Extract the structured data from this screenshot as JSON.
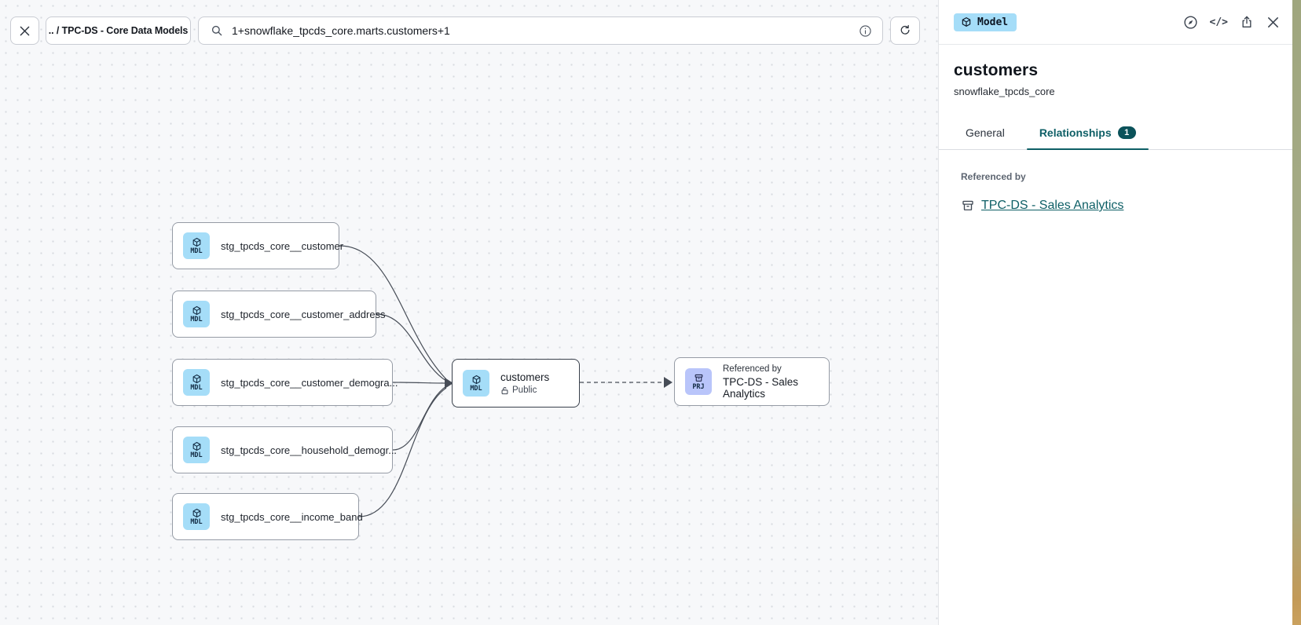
{
  "topbar": {
    "breadcrumb": ".. / TPC-DS - Core Data Models",
    "search": {
      "value": "1+snowflake_tpcds_core.marts.customers+1"
    }
  },
  "canvas": {
    "upstream_nodes": [
      {
        "label": "stg_tpcds_core__customer",
        "type": "MDL"
      },
      {
        "label": "stg_tpcds_core__customer_address",
        "type": "MDL"
      },
      {
        "label": "stg_tpcds_core__customer_demogra...",
        "type": "MDL"
      },
      {
        "label": "stg_tpcds_core__household_demogr...",
        "type": "MDL"
      },
      {
        "label": "stg_tpcds_core__income_band",
        "type": "MDL"
      }
    ],
    "selected_node": {
      "label": "customers",
      "access": "Public",
      "type": "MDL"
    },
    "reference_node": {
      "caption": "Referenced by",
      "label": "TPC-DS - Sales Analytics",
      "type": "PRJ"
    }
  },
  "panel": {
    "type_badge": "Model",
    "title": "customers",
    "subtitle": "snowflake_tpcds_core",
    "tabs": {
      "general": "General",
      "relationships": "Relationships",
      "relationships_count": "1"
    },
    "referenced_by_label": "Referenced by",
    "reference_link": "TPC-DS - Sales Analytics"
  },
  "colors": {
    "accent_teal": "#0e5f66",
    "count_pill_bg": "#0b525a",
    "model_icon_bg": "#a5ddf8",
    "project_icon_bg": "#b9c5fa",
    "canvas_bg": "#f7f8fa"
  }
}
